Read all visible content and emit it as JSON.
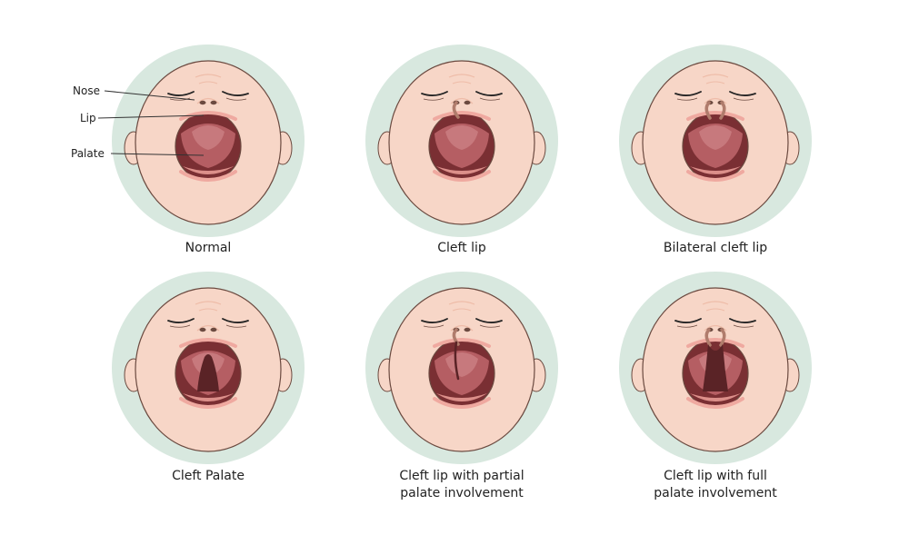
{
  "colors": {
    "halo": "#d8e8df",
    "skin": "#f7d6c7",
    "skin_shadow": "#eebca8",
    "outline": "#6b4a40",
    "mouth_dark": "#7a2f33",
    "palate": "#b55e63",
    "palate_light": "#cd8386",
    "tongue": "#dc8f8a",
    "gum": "#efa9a0",
    "cleft": "#5a2326",
    "cleft_lip": "#b07c6c"
  },
  "annotations": {
    "nose": "Nose",
    "lip": "Lip",
    "palate": "Palate"
  },
  "panels": [
    {
      "id": "normal",
      "caption": [
        "Normal"
      ],
      "lip_cleft": "none",
      "palate_cleft": "none"
    },
    {
      "id": "cleft-lip",
      "caption": [
        "Cleft lip"
      ],
      "lip_cleft": "unilateral",
      "palate_cleft": "none"
    },
    {
      "id": "bilateral-cleft-lip",
      "caption": [
        "Bilateral cleft lip"
      ],
      "lip_cleft": "bilateral",
      "palate_cleft": "none"
    },
    {
      "id": "cleft-palate",
      "caption": [
        "Cleft Palate"
      ],
      "lip_cleft": "none",
      "palate_cleft": "palate"
    },
    {
      "id": "cleft-lip-partial-palate",
      "caption": [
        "Cleft lip with partial",
        "palate involvement"
      ],
      "lip_cleft": "unilateral",
      "palate_cleft": "partial"
    },
    {
      "id": "cleft-lip-full-palate",
      "caption": [
        "Cleft lip with full",
        "palate involvement"
      ],
      "lip_cleft": "bilateral",
      "palate_cleft": "full"
    }
  ]
}
